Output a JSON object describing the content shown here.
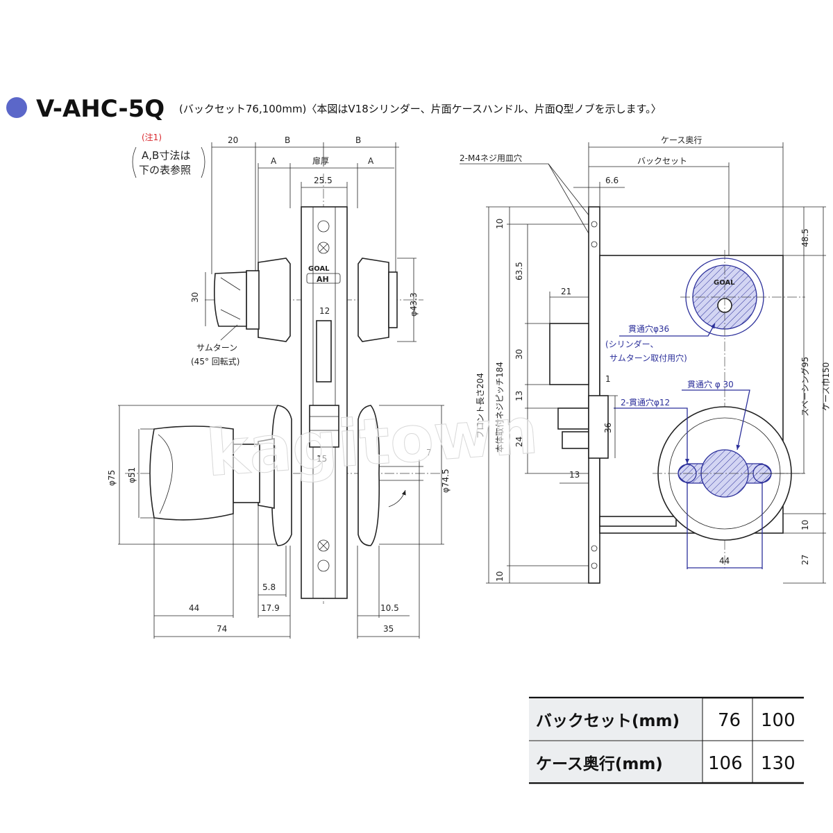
{
  "title": {
    "model": "V-AHC-5Q",
    "subtitle": "(バックセット76,100mm)〈本図はV18シリンダー、片面ケースハンドル、片面Q型ノブを示します。〉",
    "bullet_color": "#5b67c9"
  },
  "note": {
    "label": "(注1)",
    "line1": "A,B寸法は",
    "line2": "下の表参照"
  },
  "left_view": {
    "dim_20": "20",
    "dim_B1": "B",
    "dim_B2": "B",
    "dim_A1": "A",
    "dim_door": "扉厚",
    "dim_A2": "A",
    "dim_25_5": "25.5",
    "dim_30": "30",
    "dim_12": "12",
    "dim_phi43_3": "φ43.3",
    "thumbturn_line1": "サムターン",
    "thumbturn_line2": "(45° 回転式)",
    "dim_phi75": "φ75",
    "dim_phi51": "φ51",
    "dim_15": "15",
    "dim_7": "7",
    "dim_phi74_5": "φ74.5",
    "dim_5_8": "5.8",
    "dim_17_9": "17.9",
    "dim_44": "44",
    "dim_74": "74",
    "dim_10_5": "10.5",
    "dim_35": "35",
    "brand": "GOAL",
    "brand2": "AH"
  },
  "right_view": {
    "case_depth": "ケース奥行",
    "screw_hole": "2-M4ネジ用皿穴",
    "backset": "バックセット",
    "dim_6_6": "6.6",
    "dim_10_top": "10",
    "dim_63_5": "63.5",
    "dim_21": "21",
    "dim_30": "30",
    "dim_13_a": "13",
    "dim_24": "24",
    "dim_36": "36",
    "dim_1": "1",
    "dim_13_b": "13",
    "dim_10_bottom": "10",
    "front_length": "フロント長さ204",
    "pitch": "本体取付ネジピッチ184",
    "dim_48_5": "48.5",
    "spacing": "スペーシング95",
    "case_width": "ケース巾150",
    "dim_10_right": "10",
    "dim_27": "27",
    "dim_44": "44",
    "hole36_line1": "貫通穴φ36",
    "hole36_line2": "(シリンダー、",
    "hole36_line3": "サムターン取付用穴)",
    "hole30": "貫通穴 φ 30",
    "hole12": "2-貫通穴φ12",
    "brand": "GOAL"
  },
  "table": {
    "headers": [
      "バックセット(mm)",
      "ケース奥行(mm)"
    ],
    "rows": [
      {
        "label": "バックセット(mm)",
        "values": [
          "76",
          "100"
        ]
      },
      {
        "label": "ケース奥行(mm)",
        "values": [
          "106",
          "130"
        ]
      }
    ]
  },
  "watermark": "kagitown",
  "colors": {
    "line": "#222222",
    "accent_blue": "#2b2f9a",
    "hatch_fill": "#c9cbee",
    "note_red": "#d9262c"
  }
}
